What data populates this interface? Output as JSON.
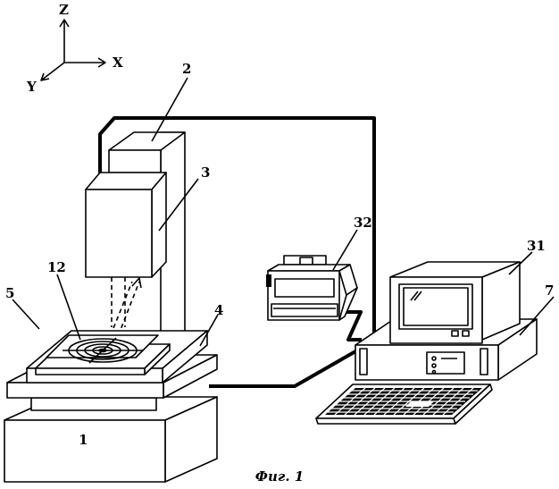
{
  "axes": {
    "z": "Z",
    "x": "X",
    "y": "Y"
  },
  "labels": {
    "l1": "1",
    "l2": "2",
    "l3": "3",
    "l4": "4",
    "l5": "5",
    "l7": "7",
    "l12": "12",
    "l31": "31",
    "l32": "32"
  },
  "caption": "Фиг. 1"
}
